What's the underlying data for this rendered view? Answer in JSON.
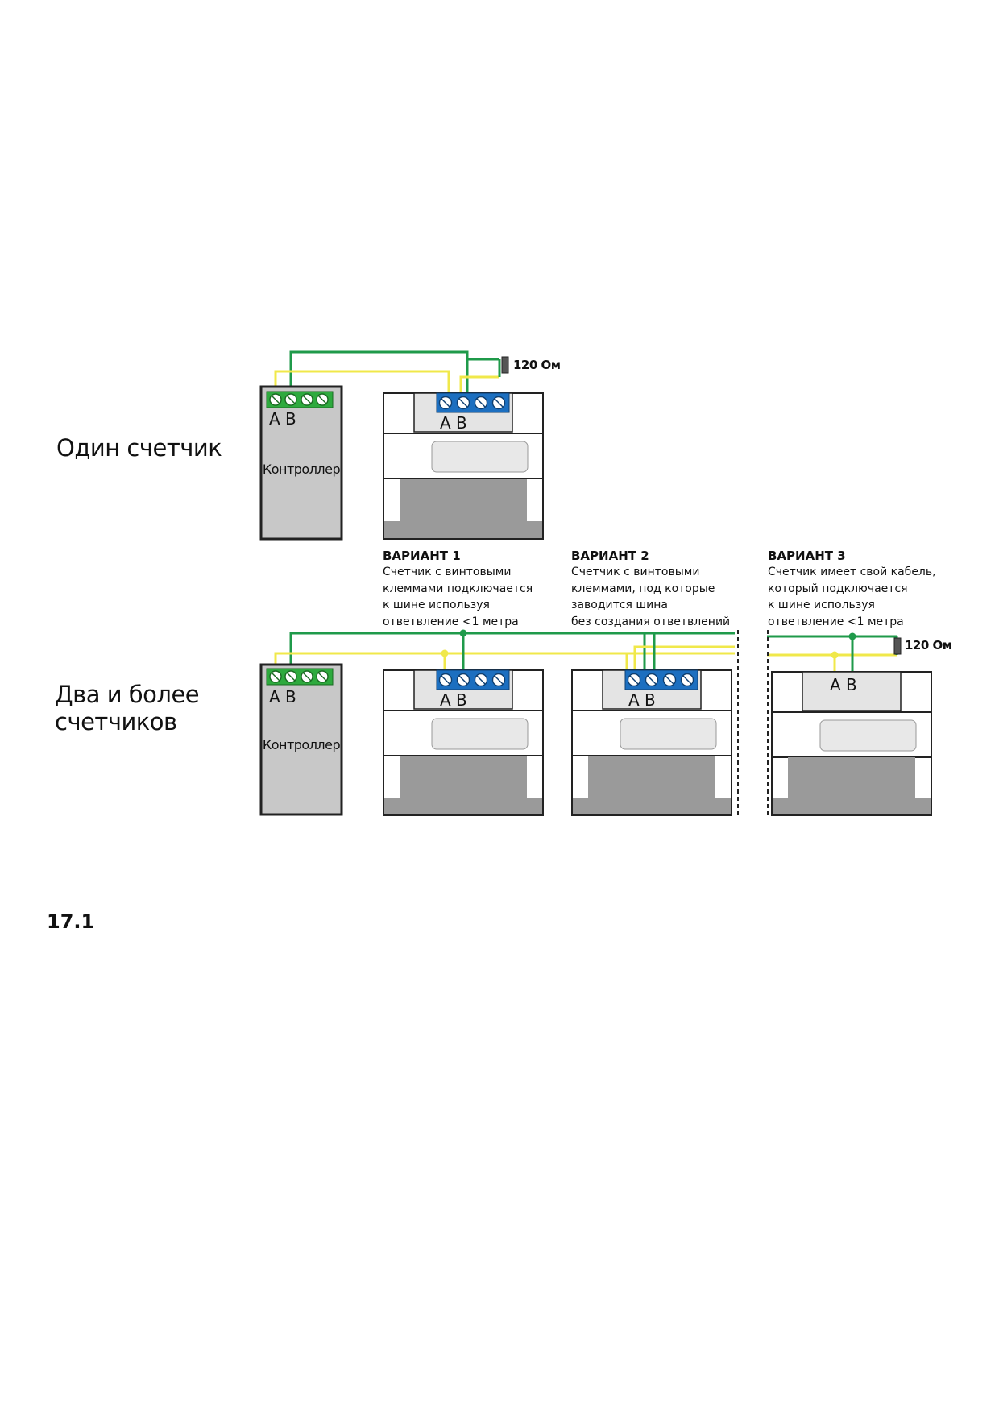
{
  "rows": {
    "one": {
      "label": "Один счетчик"
    },
    "many": {
      "label": "Два и более\nсчетчиков"
    }
  },
  "controller_label": "Контроллер",
  "terminal_labels": "A B",
  "resistor_label": "120 Ом",
  "variants": [
    {
      "title": "ВАРИАНТ 1",
      "text": "Счетчик с винтовыми\nклеммами подключается\nк шине используя\nответвление <1 метра"
    },
    {
      "title": "ВАРИАНТ 2",
      "text": "Счетчик с винтовыми\nклеммами, под которые\nзаводится шина\nбез создания ответвлений"
    },
    {
      "title": "ВАРИАНТ 3",
      "text": "Счетчик имеет свой кабель,\nкоторый подключается\nк шине используя\nответвление <1 метра"
    }
  ],
  "figure_number": "17.1",
  "colors": {
    "wire_a": "#f0e84a",
    "wire_b": "#1f9a4a",
    "controller_terminal": "#2eaa3e",
    "meter_terminal": "#1c6fc0",
    "controller_body": "#c8c8c8",
    "meter_dark": "#9a9a9a",
    "meter_light": "#e4e4e4"
  }
}
